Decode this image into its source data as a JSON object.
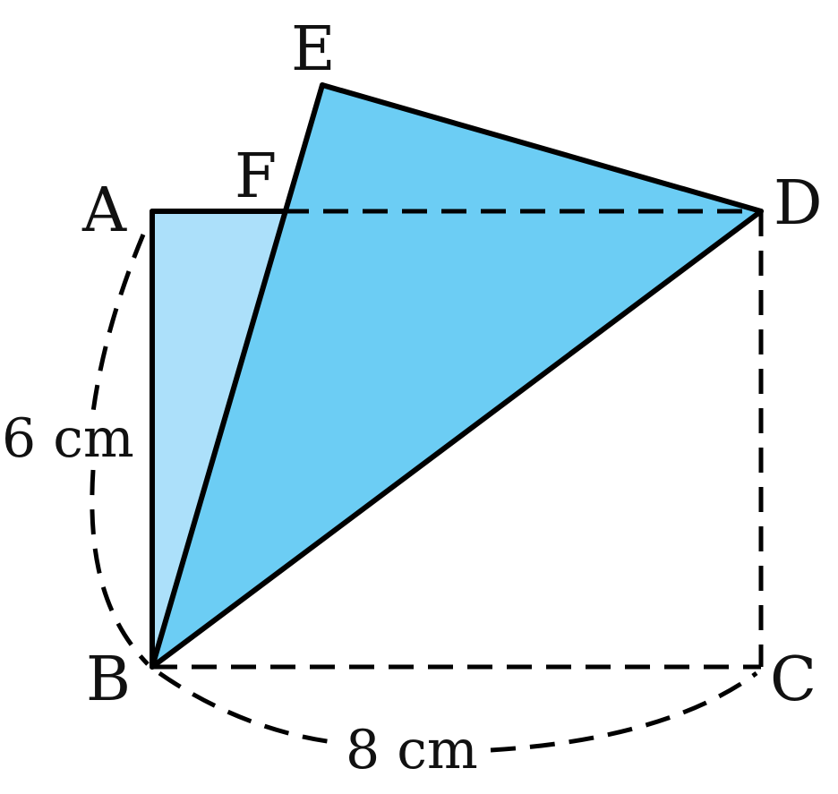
{
  "diagram": {
    "points": {
      "A": "A",
      "B": "B",
      "C": "C",
      "D": "D",
      "E": "E",
      "F": "F"
    },
    "dimensions": {
      "height": "6 cm",
      "width": "8 cm"
    },
    "colors": {
      "light_fill": "#ace0fa",
      "dark_fill": "#6ccdf4",
      "stroke": "#000000"
    }
  }
}
